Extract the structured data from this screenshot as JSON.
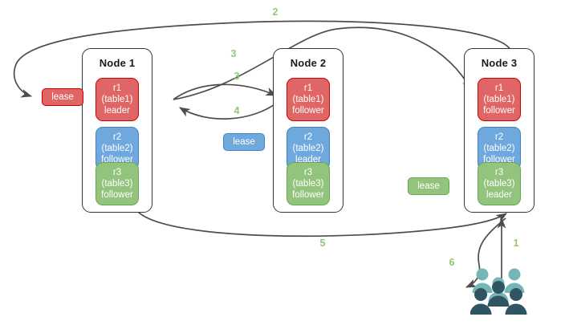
{
  "diagram": {
    "title": "distributed-sql-lease-and-raft-replication-flow",
    "colors": {
      "r1_fill": "#e06666",
      "r1_border": "#cc0000",
      "r2_fill": "#6fa8dc",
      "r2_border": "#3d85c6",
      "r3_fill": "#93c47d",
      "r3_border": "#6aa84f",
      "node_border": "#23374d",
      "arrow": "#4d4d4d",
      "step_label": "#93c47d",
      "people_back": "#76b5b5",
      "people_front": "#2f5563"
    }
  },
  "nodes": [
    {
      "id": "node1",
      "title": "Node 1",
      "replicas": [
        {
          "name": "r1 (table1)",
          "role": "leader",
          "color": "r1"
        },
        {
          "name": "r2 (table2)",
          "role": "follower",
          "color": "r2"
        },
        {
          "name": "r3 (table3)",
          "role": "follower",
          "color": "r3"
        }
      ]
    },
    {
      "id": "node2",
      "title": "Node 2",
      "replicas": [
        {
          "name": "r1 (table1)",
          "role": "follower",
          "color": "r1"
        },
        {
          "name": "r2 (table2)",
          "role": "leader",
          "color": "r2"
        },
        {
          "name": "r3 (table3)",
          "role": "follower",
          "color": "r3"
        }
      ]
    },
    {
      "id": "node3",
      "title": "Node 3",
      "replicas": [
        {
          "name": "r1 (table1)",
          "role": "follower",
          "color": "r1"
        },
        {
          "name": "r2 (table2)",
          "role": "follower",
          "color": "r2"
        },
        {
          "name": "r3 (table3)",
          "role": "leader",
          "color": "r3"
        }
      ]
    }
  ],
  "leases": [
    {
      "id": "lease-table1",
      "label": "lease",
      "color": "red"
    },
    {
      "id": "lease-table2",
      "label": "lease",
      "color": "blue"
    },
    {
      "id": "lease-table3",
      "label": "lease",
      "color": "green"
    }
  ],
  "steps": [
    {
      "id": "step-1",
      "label": "1"
    },
    {
      "id": "step-2",
      "label": "2"
    },
    {
      "id": "step-3a",
      "label": "3"
    },
    {
      "id": "step-3b",
      "label": "3"
    },
    {
      "id": "step-4",
      "label": "4"
    },
    {
      "id": "step-5",
      "label": "5"
    },
    {
      "id": "step-6",
      "label": "6"
    }
  ],
  "actors": {
    "id": "clients",
    "icon": "people-group-icon"
  }
}
